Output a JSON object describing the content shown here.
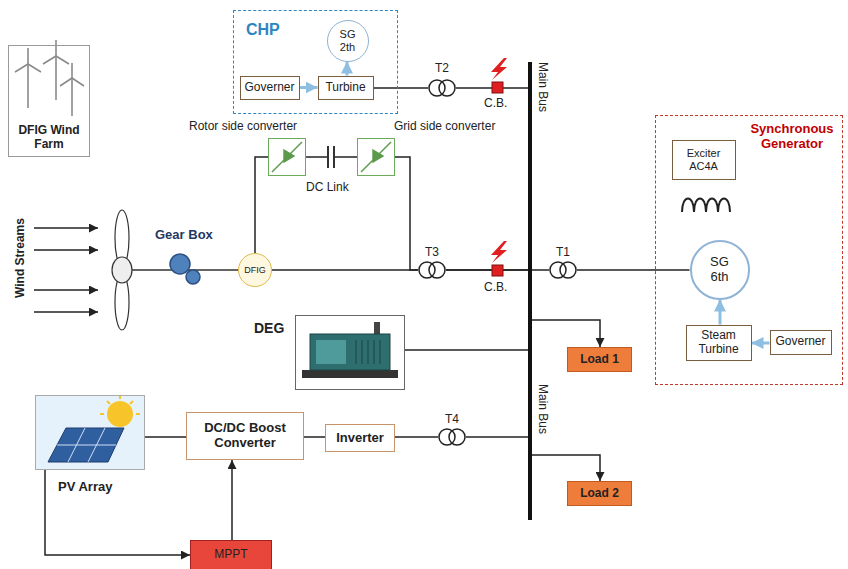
{
  "diagram": {
    "nodes": [
      {
        "text": [
          "CHP"
        ]
      },
      {
        "text": [
          "SG 2th"
        ],
        "in": 0
      },
      {
        "text": [
          "Governer"
        ],
        "in": 0
      },
      {
        "text": [
          "Turbine"
        ],
        "in": 0
      },
      {
        "text": [
          "DFIG Wind Farm"
        ]
      },
      {
        "text": [
          "Rotor side converter"
        ]
      },
      {
        "text": [
          "Grid side converter"
        ]
      },
      {
        "text": [
          "DFIG"
        ]
      },
      {
        "text": [
          "DEG"
        ]
      },
      {
        "text": [
          "Main Bus",
          "Main Bus"
        ]
      },
      {
        "text": [
          "Load 1"
        ]
      },
      {
        "text": [
          "Synchronous Generator"
        ]
      },
      {
        "text": [
          "Exciter AC4A"
        ],
        "in": 11
      },
      {
        "text": [
          "SG 6th"
        ],
        "in": 11
      },
      {
        "text": [
          "Steam Turbine"
        ],
        "in": 11
      },
      {
        "text": [
          "Governer"
        ],
        "in": 11
      },
      {
        "text": [
          "Load 2"
        ]
      },
      {
        "text": [
          "PV Array"
        ]
      },
      {
        "text": [
          "DC/DC Boost Converter"
        ]
      },
      {
        "text": [
          "Inverter"
        ]
      },
      {
        "text": [
          "MPPT"
        ]
      }
    ],
    "edges": [
      {
        "from": 2,
        "to": 3,
        "arrow": "to"
      },
      {
        "from": 3,
        "to": 1,
        "arrow": "to"
      },
      {
        "from": 3,
        "to": 9,
        "arrow": "none"
      },
      {
        "from": 7,
        "to": 5,
        "arrow": "none"
      },
      {
        "from": 6,
        "to": 9,
        "arrow": "none"
      },
      {
        "from": 7,
        "to": 9,
        "arrow": "none"
      },
      {
        "from": 9,
        "to": 13,
        "arrow": "none"
      },
      {
        "from": 15,
        "to": 14,
        "arrow": "to"
      },
      {
        "from": 14,
        "to": 13,
        "arrow": "to"
      },
      {
        "from": 8,
        "to": 9,
        "arrow": "none"
      },
      {
        "from": 9,
        "to": 10,
        "arrow": "to"
      },
      {
        "from": 9,
        "to": 16,
        "arrow": "to"
      },
      {
        "from": 17,
        "to": 18,
        "arrow": "none"
      },
      {
        "from": 18,
        "to": 19,
        "arrow": "none"
      },
      {
        "from": 19,
        "to": 9,
        "arrow": "none"
      },
      {
        "from": 17,
        "to": 20,
        "arrow": "to"
      },
      {
        "from": 20,
        "to": 18,
        "arrow": "to"
      },
      {
        "from": 5,
        "to": 6,
        "arrow": "none"
      }
    ],
    "labels": [
      "Wind Streams",
      "Gear Box",
      "DC Link",
      "T2",
      "C.B.",
      "T3",
      "C.B.",
      "T1",
      "T4"
    ]
  }
}
